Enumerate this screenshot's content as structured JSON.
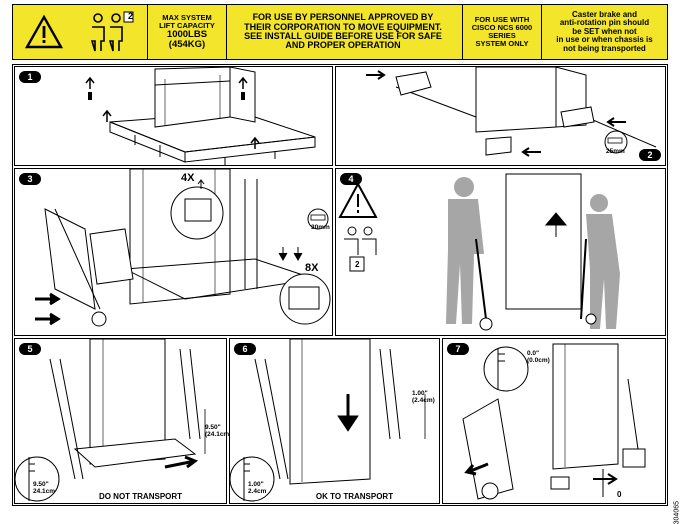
{
  "banner": {
    "max_capacity": [
      "MAX SYSTEM",
      "LIFT CAPACITY"
    ],
    "weight_lbs": "1000LBS",
    "weight_kg": "(454KG)",
    "two_person_badge": "2",
    "approval": [
      "FOR USE BY PERSONNEL APPROVED BY",
      "THEIR CORPORATION TO MOVE EQUIPMENT.",
      "SEE INSTALL GUIDE BEFORE USE FOR SAFE",
      "AND PROPER OPERATION"
    ],
    "system": [
      "FOR USE WITH",
      "CISCO NCS 6000",
      "SERIES",
      "SYSTEM ONLY"
    ],
    "caster": [
      "Caster brake and",
      "anti-rotation pin should",
      "be SET when not",
      "in use or when chassis is",
      "not being transported"
    ]
  },
  "steps": [
    {
      "number": "1"
    },
    {
      "number": "2",
      "socket": "25mm"
    },
    {
      "number": "3",
      "qty_top": "4X",
      "socket": "30mm",
      "qty_bolts": "8X"
    },
    {
      "number": "4",
      "two_person_badge": "2"
    },
    {
      "number": "5",
      "dim_top": "9.50\"\n(24.1cm)",
      "dim_gauge": "9.50\"\n24.1cm",
      "caption": "DO NOT TRANSPORT"
    },
    {
      "number": "6",
      "dim_top": "1.00\"\n(2.4cm)",
      "dim_gauge": "1.00\"\n2.4cm",
      "caption": "OK TO TRANSPORT"
    },
    {
      "number": "7",
      "dim_gauge": "0.0\"\n(0.0cm)",
      "zero": "0"
    }
  ],
  "doc_id": "304065",
  "colors": {
    "warning_yellow": "#f3e62a",
    "line": "#000000",
    "person_gray": "#a6a6a6"
  }
}
